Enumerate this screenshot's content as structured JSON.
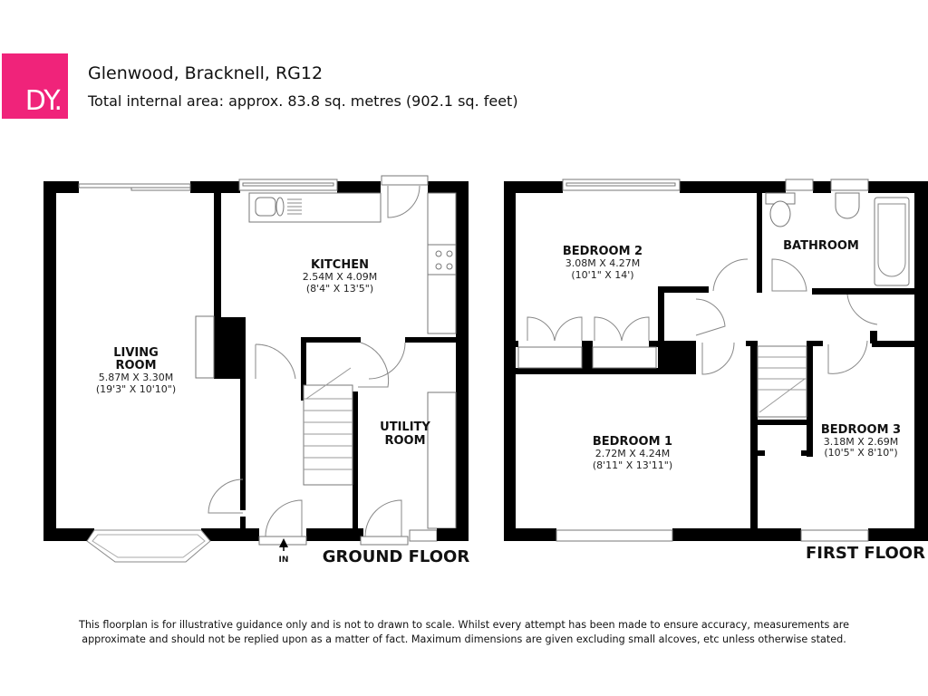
{
  "header": {
    "logo_text": "DY.",
    "logo_color": "#f0237a",
    "title": "Glenwood, Bracknell, RG12",
    "subtitle": "Total internal area: approx. 83.8 sq. metres (902.1 sq. feet)"
  },
  "ground_floor": {
    "label": "GROUND FLOOR",
    "entrance_label": "IN",
    "rooms": [
      {
        "name_line1": "LIVING",
        "name_line2": "ROOM",
        "metric": "5.87M X 3.30M",
        "imperial": "(19'3\" X 10'10\")"
      },
      {
        "name_line1": "KITCHEN",
        "metric": "2.54M X 4.09M",
        "imperial": "(8'4\" X 13'5\")"
      },
      {
        "name_line1": "UTILITY",
        "name_line2": "ROOM"
      }
    ]
  },
  "first_floor": {
    "label": "FIRST FLOOR",
    "rooms": [
      {
        "name_line1": "BEDROOM 2",
        "metric": "3.08M X 4.27M",
        "imperial": "(10'1\" X 14')"
      },
      {
        "name_line1": "BATHROOM"
      },
      {
        "name_line1": "BEDROOM 1",
        "metric": "2.72M X 4.24M",
        "imperial": "(8'11\" X 13'11\")"
      },
      {
        "name_line1": "BEDROOM 3",
        "metric": "3.18M X 2.69M",
        "imperial": "(10'5\" X 8'10\")"
      }
    ]
  },
  "disclaimer": {
    "line1": "This floorplan is for illustrative guidance only and is not to drawn to scale. Whilst every attempt has been made to ensure accuracy, measurements are",
    "line2": "approximate and should not be replied upon as a matter of fact. Maximum dimensions are given excluding small alcoves, etc unless otherwise stated."
  }
}
